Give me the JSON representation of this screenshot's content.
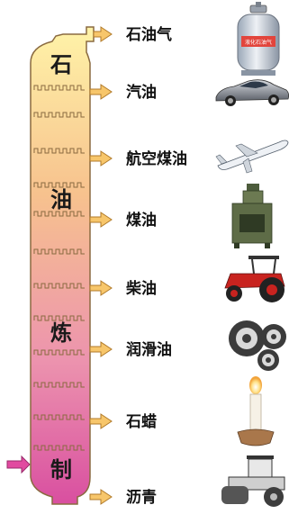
{
  "column": {
    "chars": [
      "石",
      "油",
      "炼",
      "制"
    ],
    "colors": {
      "top": "#fff3a8",
      "mid": "#f2b98a",
      "low": "#e98ab0",
      "bottom": "#d94fa0",
      "outline": "#8a6a40",
      "arrow": "#f7c66b"
    }
  },
  "products": [
    {
      "label": "石油气",
      "icon": "gas-cylinder-icon"
    },
    {
      "label": "汽油",
      "icon": "sports-car-icon"
    },
    {
      "label": "航空煤油",
      "icon": "airplane-icon"
    },
    {
      "label": "煤油",
      "icon": "kerosene-stove-icon"
    },
    {
      "label": "柴油",
      "icon": "tractor-icon"
    },
    {
      "label": "润滑油",
      "icon": "gears-icon"
    },
    {
      "label": "石蜡",
      "icon": "candle-icon"
    },
    {
      "label": "沥青",
      "icon": "road-roller-icon"
    }
  ],
  "cylinder_label": "液化石油气"
}
